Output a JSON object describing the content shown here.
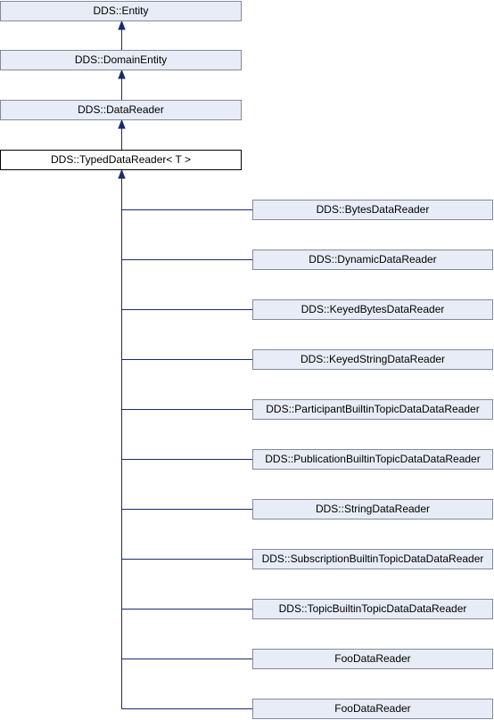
{
  "diagram": {
    "ancestors": [
      {
        "id": "entity",
        "label": "DDS::Entity"
      },
      {
        "id": "domain-entity",
        "label": "DDS::DomainEntity"
      },
      {
        "id": "data-reader",
        "label": "DDS::DataReader"
      }
    ],
    "current": {
      "id": "typed-data-reader",
      "label": "DDS::TypedDataReader< T >"
    },
    "derived": [
      {
        "id": "bytes",
        "label": "DDS::BytesDataReader"
      },
      {
        "id": "dynamic",
        "label": "DDS::DynamicDataReader"
      },
      {
        "id": "keyed-bytes",
        "label": "DDS::KeyedBytesDataReader"
      },
      {
        "id": "keyed-string",
        "label": "DDS::KeyedStringDataReader"
      },
      {
        "id": "participant-builtin",
        "label": "DDS::ParticipantBuiltinTopicDataDataReader"
      },
      {
        "id": "publication-builtin",
        "label": "DDS::PublicationBuiltinTopicDataDataReader"
      },
      {
        "id": "string",
        "label": "DDS::StringDataReader"
      },
      {
        "id": "subscription-builtin",
        "label": "DDS::SubscriptionBuiltinTopicDataDataReader"
      },
      {
        "id": "topic-builtin",
        "label": "DDS::TopicBuiltinTopicDataDataReader"
      },
      {
        "id": "foo-1",
        "label": "FooDataReader"
      },
      {
        "id": "foo-2",
        "label": "FooDataReader"
      }
    ],
    "colors": {
      "node_fill": "#e8ecf6",
      "node_border": "#83899a",
      "current_fill": "#ffffff",
      "current_border": "#000000",
      "edge": "#1a2b6c"
    }
  }
}
